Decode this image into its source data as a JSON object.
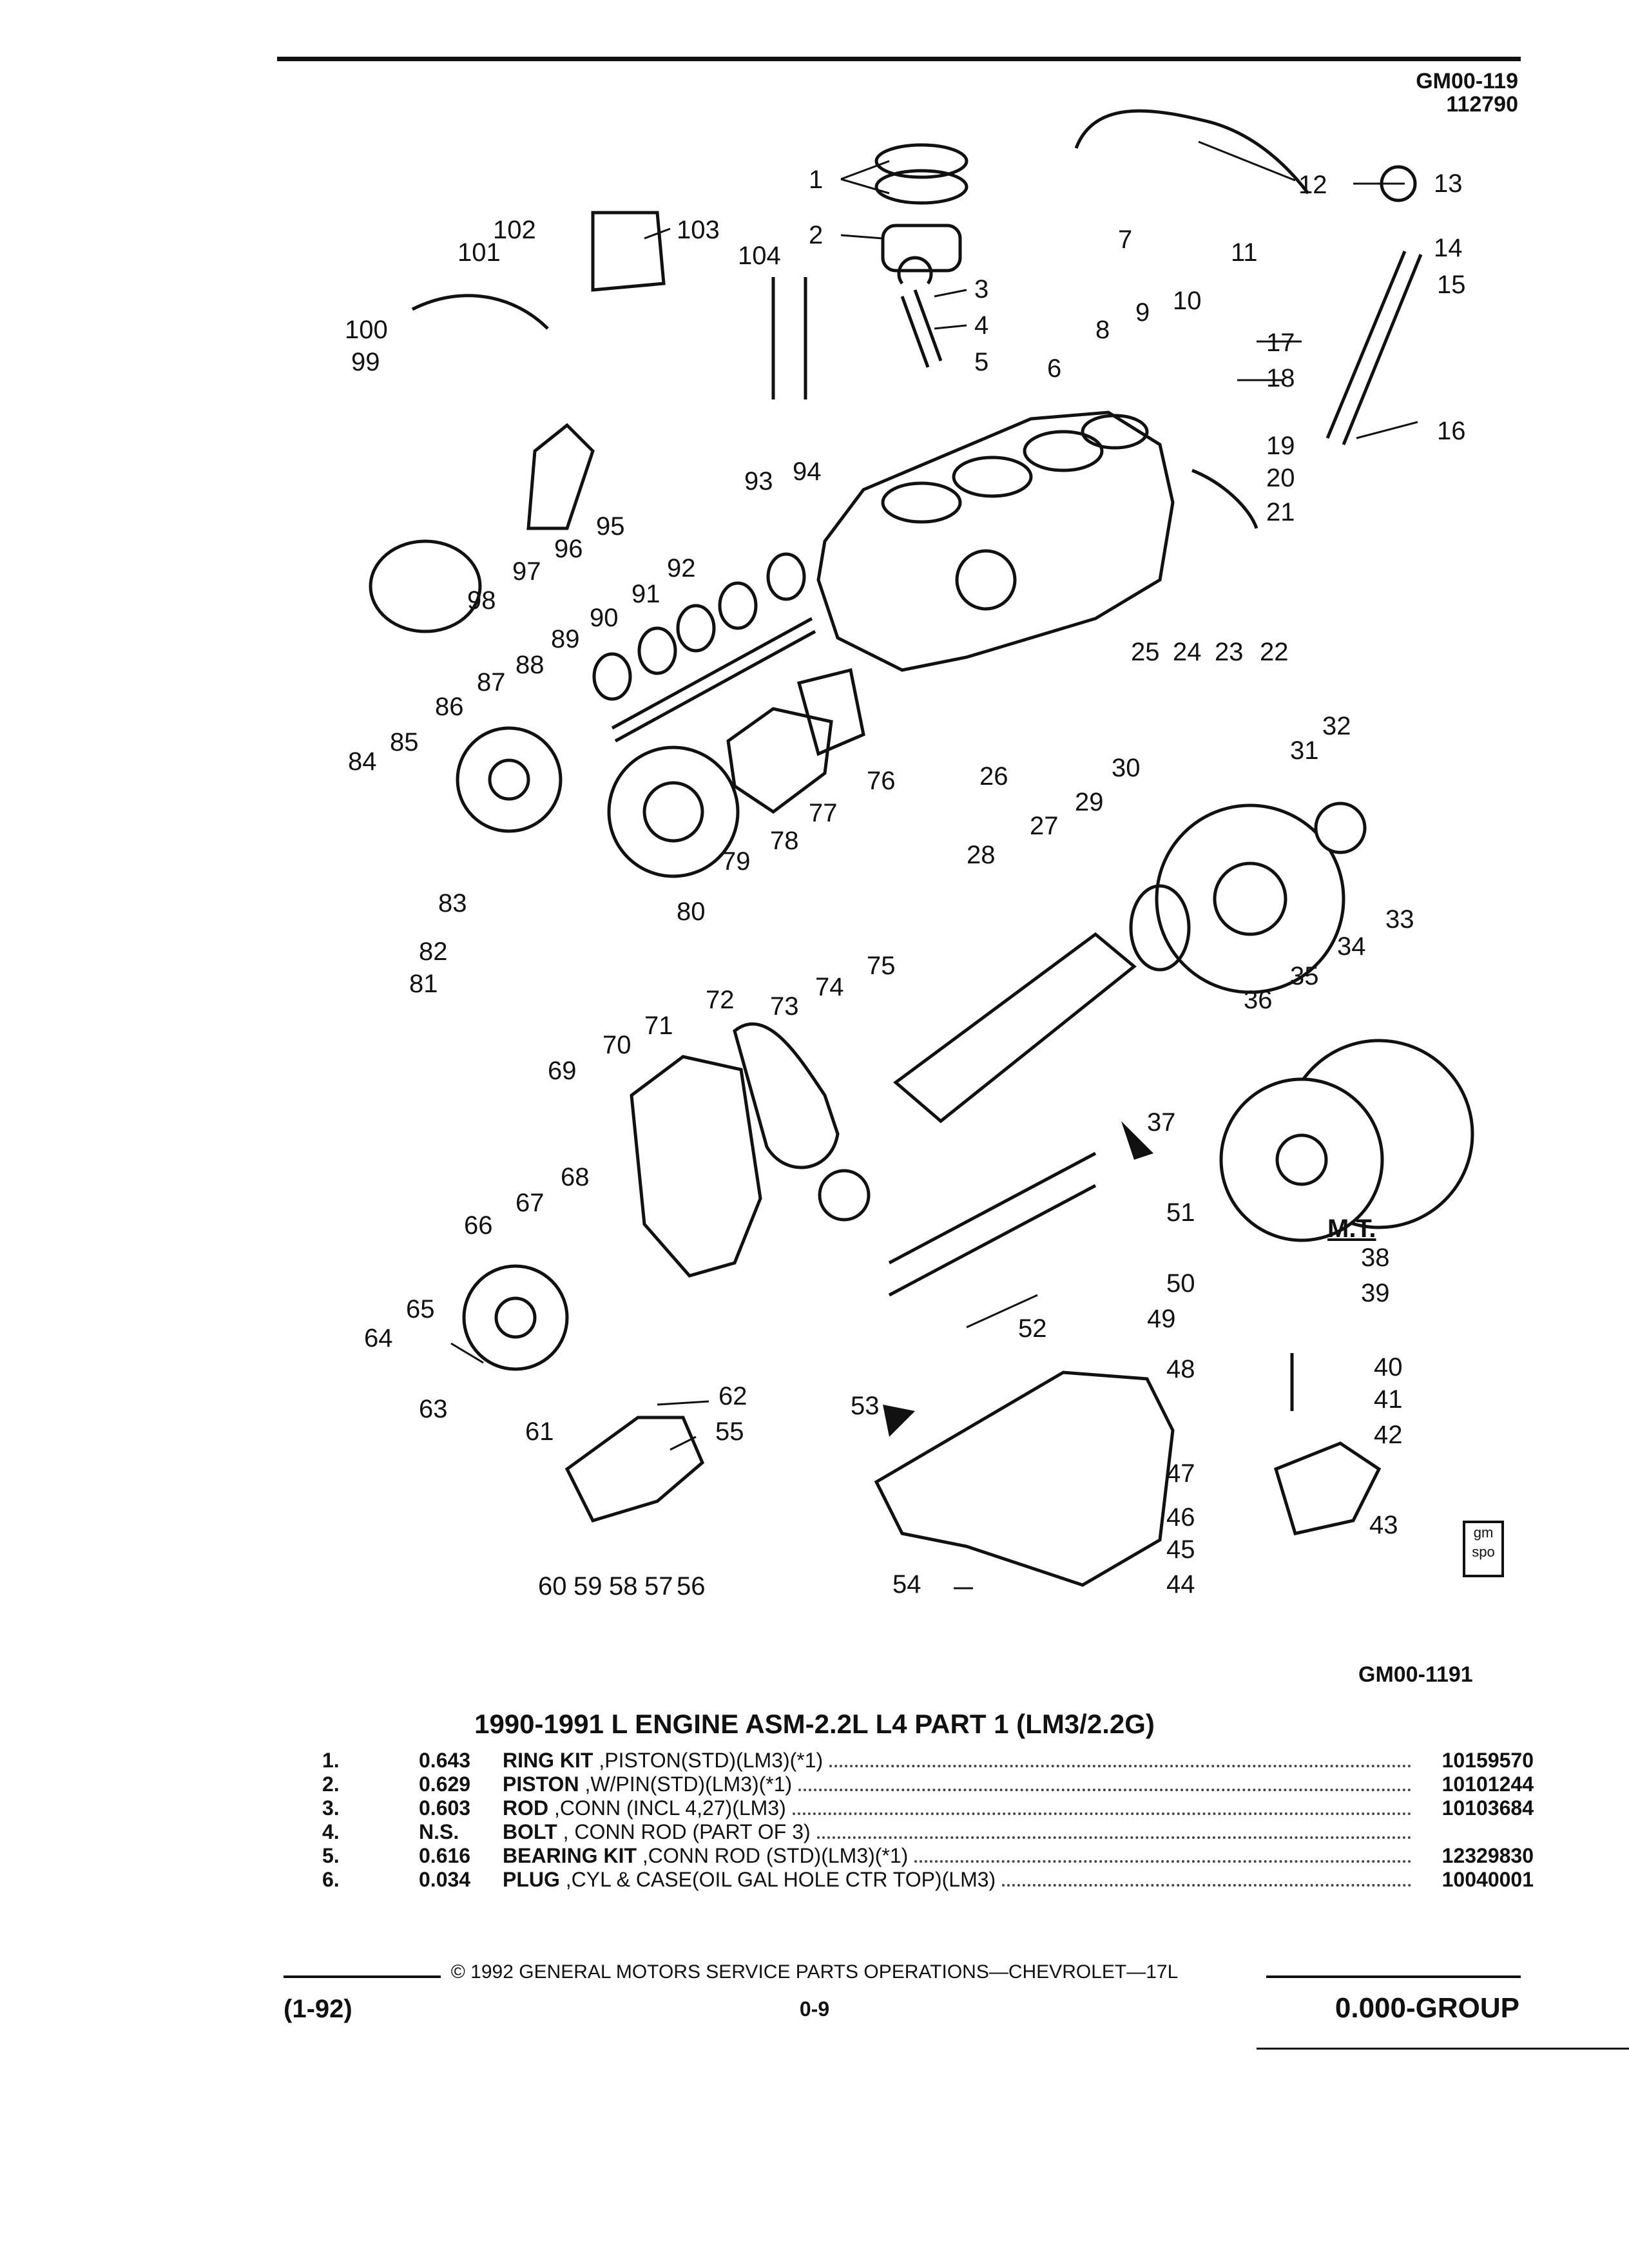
{
  "header": {
    "doc_code": "GM00-119",
    "doc_date": "112790"
  },
  "diagram": {
    "figure_id": "GM00-1191",
    "callouts": [
      "1",
      "2",
      "3",
      "4",
      "5",
      "6",
      "7",
      "8",
      "9",
      "10",
      "11",
      "12",
      "13",
      "14",
      "15",
      "16",
      "17",
      "18",
      "19",
      "20",
      "21",
      "22",
      "23",
      "24",
      "25",
      "26",
      "27",
      "28",
      "29",
      "30",
      "31",
      "32",
      "33",
      "34",
      "35",
      "36",
      "37",
      "38",
      "39",
      "40",
      "41",
      "42",
      "43",
      "44",
      "45",
      "46",
      "47",
      "48",
      "49",
      "50",
      "51",
      "52",
      "53",
      "54",
      "55",
      "56",
      "57",
      "58",
      "59",
      "60",
      "61",
      "62",
      "63",
      "64",
      "65",
      "66",
      "67",
      "68",
      "69",
      "70",
      "71",
      "72",
      "73",
      "74",
      "75",
      "76",
      "77",
      "78",
      "79",
      "80",
      "81",
      "82",
      "83",
      "84",
      "85",
      "86",
      "87",
      "88",
      "89",
      "90",
      "91",
      "92",
      "93",
      "94",
      "95",
      "96",
      "97",
      "98",
      "99",
      "100",
      "101",
      "102",
      "103",
      "104"
    ],
    "label_mt": "M.T.",
    "logo_text": "gm spo"
  },
  "section_title": "1990-1991 L ENGINE ASM-2.2L L4 PART 1 (LM3/2.2G)",
  "parts": [
    {
      "no": "1.",
      "ref": "0.643",
      "name": "RING KIT",
      "desc": ",PISTON(STD)(LM3)(*1)",
      "pn": "10159570"
    },
    {
      "no": "2.",
      "ref": "0.629",
      "name": "PISTON",
      "desc": ",W/PIN(STD)(LM3)(*1)",
      "pn": "10101244"
    },
    {
      "no": "3.",
      "ref": "0.603",
      "name": "ROD",
      "desc": ",CONN (INCL 4,27)(LM3)",
      "pn": "10103684"
    },
    {
      "no": "4.",
      "ref": "N.S.",
      "name": "BOLT",
      "desc": ", CONN ROD (PART OF 3)",
      "pn": ""
    },
    {
      "no": "5.",
      "ref": "0.616",
      "name": "BEARING KIT",
      "desc": ",CONN ROD (STD)(LM3)(*1)",
      "pn": "12329830"
    },
    {
      "no": "6.",
      "ref": "0.034",
      "name": "PLUG",
      "desc": ",CYL & CASE(OIL GAL HOLE CTR TOP)(LM3)",
      "pn": "10040001"
    }
  ],
  "footer": {
    "copyright": "© 1992 GENERAL MOTORS SERVICE PARTS OPERATIONS—CHEVROLET—17L",
    "date_code": "(1-92)",
    "page": "0-9",
    "group": "0.000-GROUP"
  }
}
